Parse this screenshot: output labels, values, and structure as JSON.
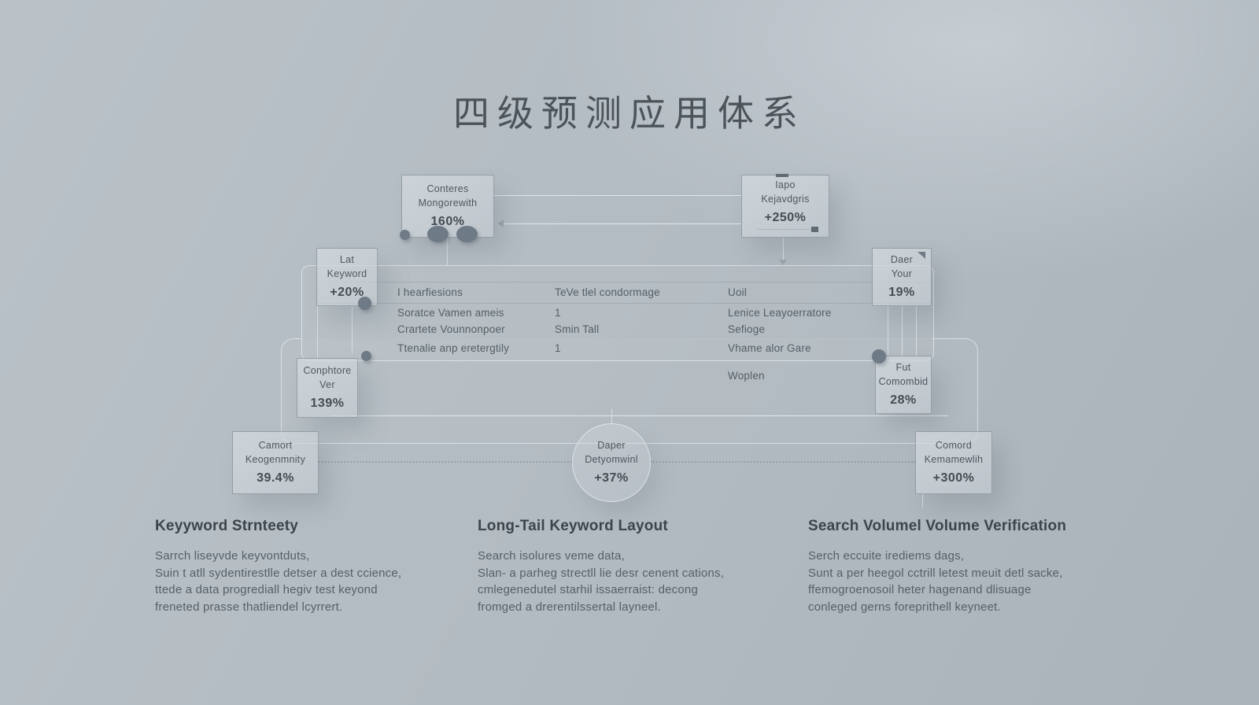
{
  "title": "四级预测应用体系",
  "colors": {
    "background": "#b4bcc3",
    "node_fill": "#cdd3d8",
    "node_border": "#68727a",
    "text_dark": "#4c545a",
    "text_body": "#565f66",
    "line_light": "#e5eaed",
    "dot": "#6e7a85"
  },
  "diagram": {
    "box_top_center": {
      "line1": "Conteres",
      "line2": "Mongorewith",
      "value": "160%"
    },
    "box_top_right": {
      "line1": "Iapo",
      "line2": "Kejavdgris",
      "value": "+250%"
    },
    "box_left": {
      "line1": "Lat",
      "line2": "Keyword",
      "value": "+20%"
    },
    "box_right": {
      "line1": "Daer",
      "line2": "Your",
      "value": "19%"
    },
    "box_mid_left": {
      "line1": "Conphtore",
      "line2": "Ver",
      "value": "139%"
    },
    "box_mid_right": {
      "line1": "Fut",
      "line2": "Comombid",
      "value": "28%"
    },
    "box_bottom_left": {
      "line1": "Camort",
      "line2": "Keogenmnity",
      "value": "39.4%"
    },
    "circle_center": {
      "line1": "Daper",
      "line2": "Detyomwinl",
      "value": "+37%"
    },
    "box_bottom_right": {
      "line1": "Comord",
      "line2": "Kemamewlih",
      "value": "+300%"
    },
    "table": {
      "rows": [
        {
          "col1": "I hearfiesions",
          "col2": "TeVe tlel condormage",
          "col3": "Uoil"
        },
        {
          "col1": "Soratce Vamen ameis",
          "col2": "1",
          "col3": "Lenice Leayoerratore"
        },
        {
          "col1": "Crartete Vounnonpoer",
          "col2": "Smin Tall",
          "col3": "Sefioge"
        },
        {
          "col1": "Ttenalie anp eretergtily",
          "col2": "1",
          "col3": "Vhame alor Gare"
        },
        {
          "col1": "",
          "col2": "",
          "col3": "Woplen"
        }
      ]
    }
  },
  "sections": [
    {
      "title": "Keyyword Strnteety",
      "lines": [
        "Sarrch liseyvde keyvontduts,",
        "Suin t atll sydentirestlle detser a dest ccience,",
        "ttede a data progrediall hegiv test keyond",
        "freneted prasse thatliendel lcyrrert."
      ]
    },
    {
      "title": "Long-Tail Keyword Layout",
      "lines": [
        "Search isolures veme data,",
        "Slan- a parheg strectll lie desr cenent cations,",
        "cmlegenedutel starhil issaerraist: decong",
        "fromged a drerentilssertal layneel."
      ]
    },
    {
      "title": "Search Volumel Volume Verification",
      "lines": [
        "Serch eccuite irediems dags,",
        "Sunt a per heegol cctrill letest meuit detl sacke,",
        "ffemogroenosoil heter hagenand dlisuage",
        "conleged gerns foreprithell keyneet."
      ]
    }
  ]
}
